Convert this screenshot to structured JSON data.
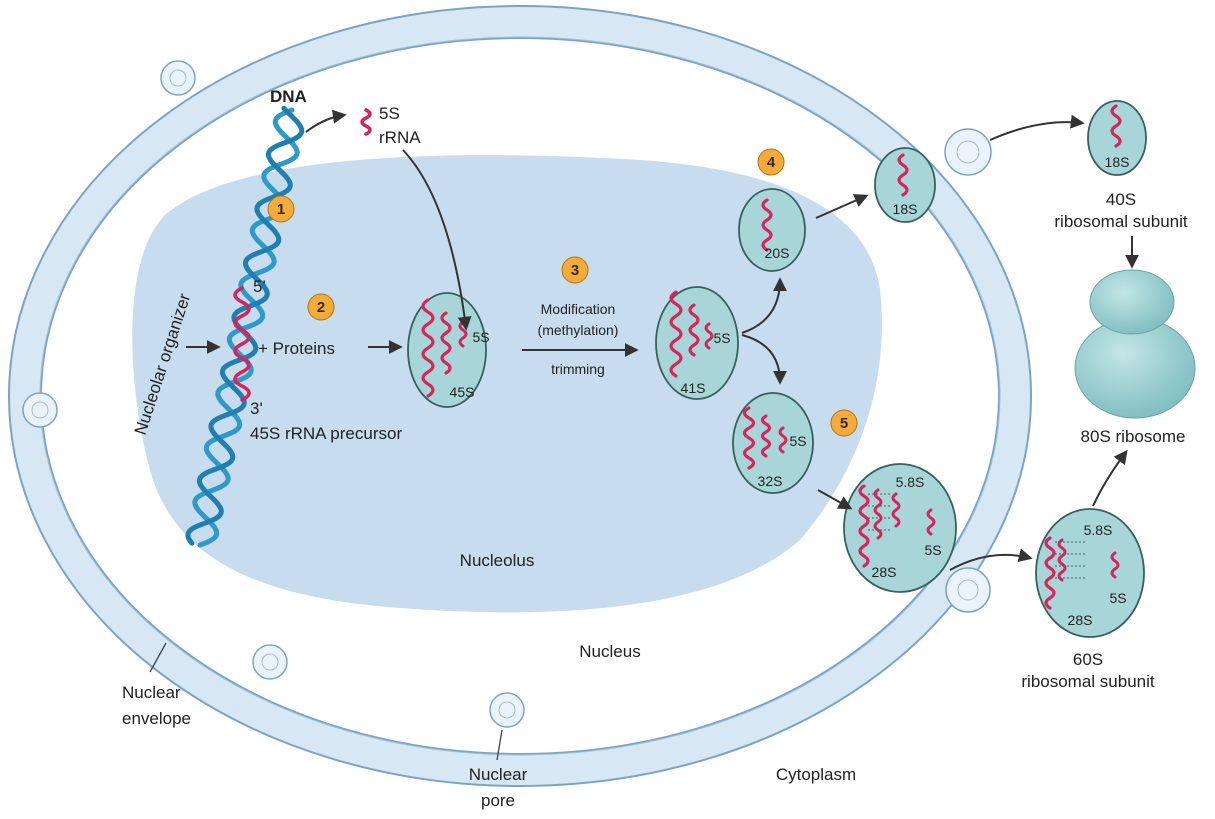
{
  "labels": {
    "dna": "DNA",
    "rrna_5s_a": "5S",
    "rrna_5s_b": "rRNA",
    "nucleolar_organizer": "Nucleolar organizer",
    "prime5": "5'",
    "prime3": "3'",
    "plus_proteins": "+ Proteins",
    "precursor": "45S rRNA precursor",
    "modification": "Modification",
    "methylation": "(methylation)",
    "trimming": "trimming",
    "nucleolus": "Nucleolus",
    "nucleus": "Nucleus",
    "nuclear_envelope_a": "Nuclear",
    "nuclear_envelope_b": "envelope",
    "nuclear_pore_a": "Nuclear",
    "nuclear_pore_b": "pore",
    "cytoplasm": "Cytoplasm",
    "subunit40_a": "40S",
    "subunit40_b": "ribosomal subunit",
    "ribosome80": "80S ribosome",
    "subunit60_a": "60S",
    "subunit60_b": "ribosomal subunit"
  },
  "particles": {
    "p45_main": "45S",
    "p45_small": "5S",
    "p41_main": "41S",
    "p41_small": "5S",
    "p20": "20S",
    "p18_nuc": "18S",
    "p18_cyto": "18S",
    "p32_main": "32S",
    "p32_small": "5S",
    "p28_top": "5.8S",
    "p28_small": "5S",
    "p28_main": "28S",
    "p60_top": "5.8S",
    "p60_small": "5S",
    "p60_main": "28S"
  },
  "steps": [
    "1",
    "2",
    "3",
    "4",
    "5"
  ],
  "colors": {
    "envelope_fill": "#d7e8f4",
    "envelope_stroke": "#7aa4c6",
    "nucleolus_fill": "#c7dcef",
    "dna": "#2e9ac8",
    "rna": "#d6245c",
    "particle_fill": "#a8d6d8",
    "particle_stroke": "#37605e",
    "step_badge": "#f3ac3b",
    "arrow": "#333333"
  }
}
